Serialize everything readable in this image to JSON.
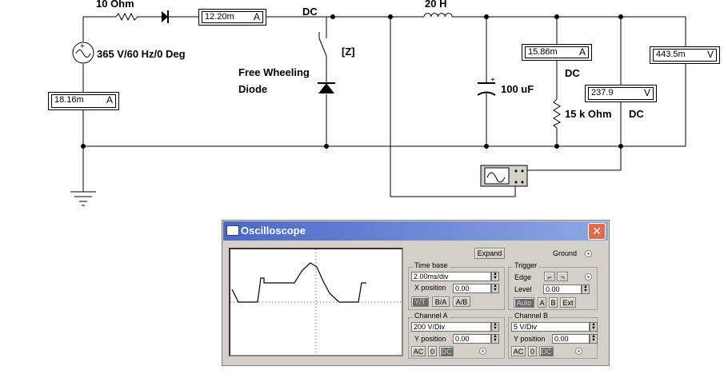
{
  "circuit": {
    "resistor_top_label": "10  Ohm",
    "inductor_label": "20 H",
    "dc_top_label": "DC",
    "source_label": "365 V/60 Hz/0 Deg",
    "diode_label_line1": "Free Wheeling",
    "diode_label_line2": "Diode",
    "switch_key": "[Z]",
    "capacitor_label": "100 uF",
    "load_label": "15 k Ohm",
    "dc_load_label": "DC",
    "dc_mid_label": "DC"
  },
  "meters": {
    "series_current": {
      "value": "12.20m",
      "unit": "A"
    },
    "source_current": {
      "value": "18.16m",
      "unit": "A"
    },
    "load_current": {
      "value": "15.86m",
      "unit": "A"
    },
    "load_voltage": {
      "value": "237.9",
      "unit": "V"
    },
    "right_voltage": {
      "value": "443.5m",
      "unit": "V"
    }
  },
  "oscilloscope": {
    "title": "Oscilloscope",
    "close_symbol": "✕",
    "expand_label": "Expand",
    "ground_label": "Ground",
    "timebase": {
      "group_label": "Time base",
      "value": "2.00ms/div",
      "xpos_label": "X position",
      "xpos_value": "0.00",
      "modes": [
        "Y/T",
        "B/A",
        "A/B"
      ]
    },
    "trigger": {
      "group_label": "Trigger",
      "edge_label": "Edge",
      "level_label": "Level",
      "level_value": "0.00",
      "modes": [
        "Auto",
        "A",
        "B",
        "Ext"
      ]
    },
    "channel_a": {
      "group_label": "Channel A",
      "value": "200  V/Div",
      "ypos_label": "Y position",
      "ypos_value": "0.00",
      "coupling": [
        "AC",
        "0",
        "DC"
      ]
    },
    "channel_b": {
      "group_label": "Channel B",
      "value": " 5  V/Div",
      "ypos_label": "Y position",
      "ypos_value": "0.00",
      "coupling": [
        "AC",
        "0",
        "DC"
      ]
    }
  }
}
